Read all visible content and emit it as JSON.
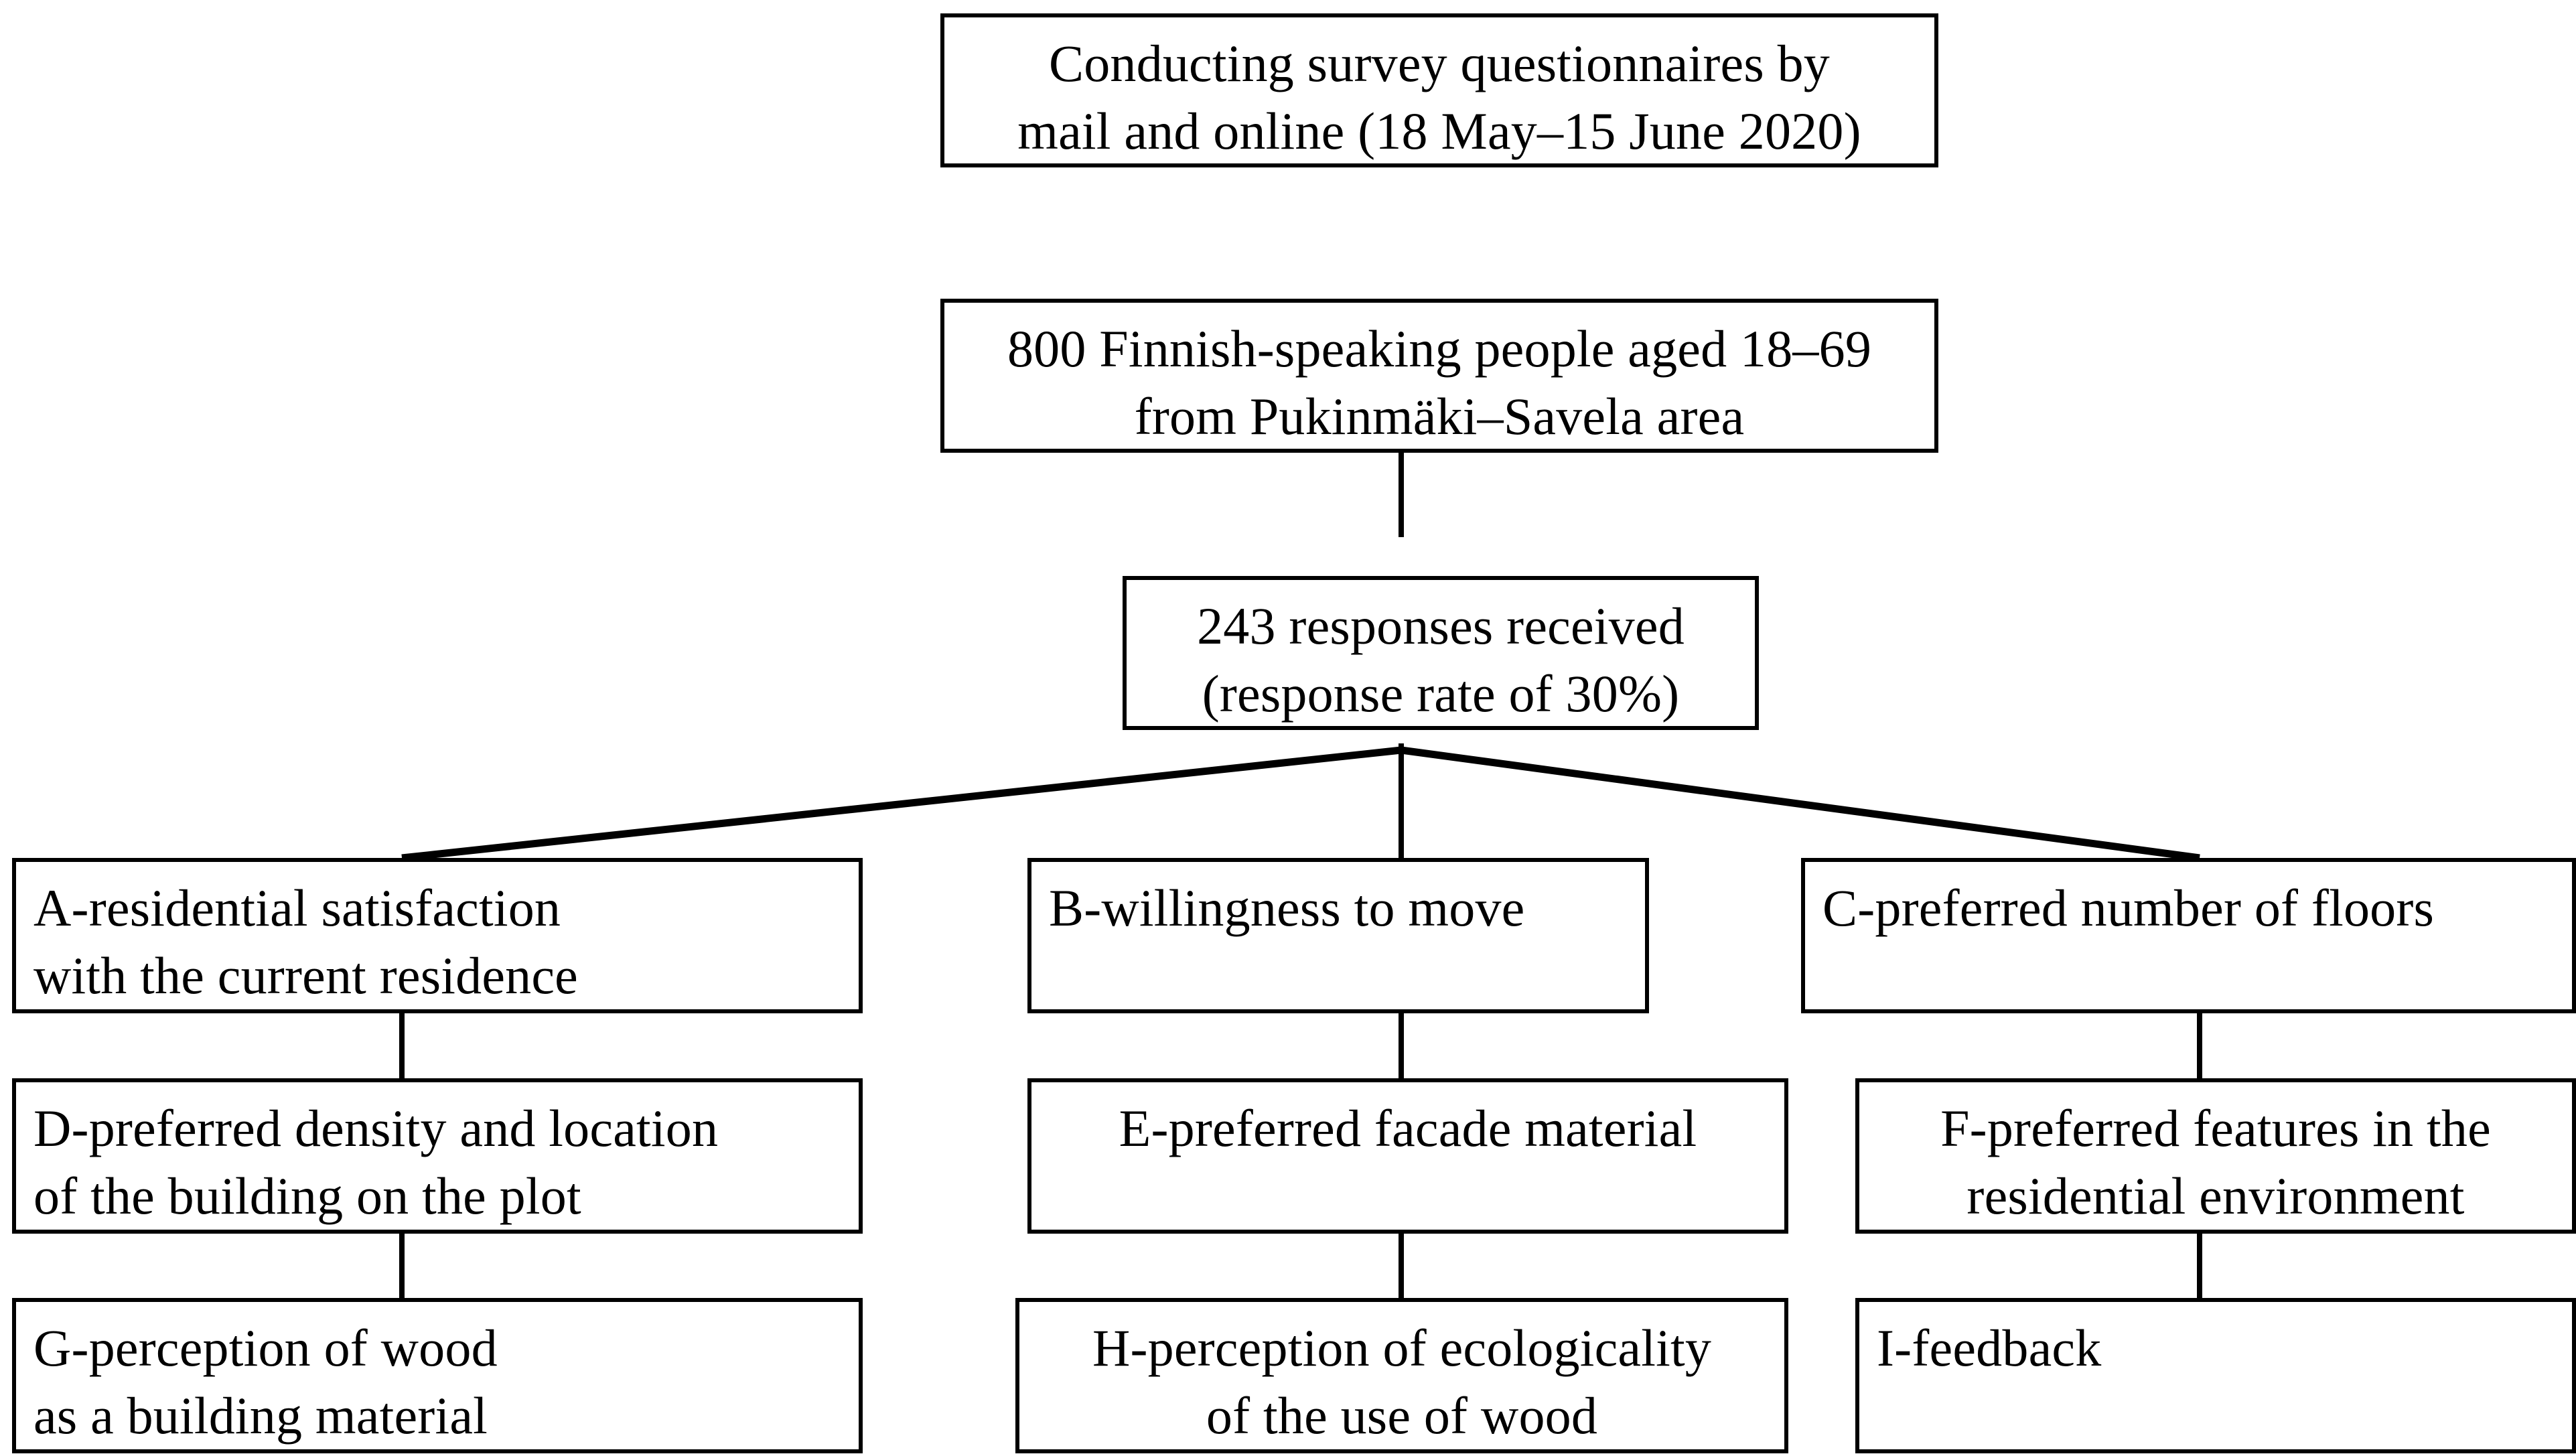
{
  "diagram": {
    "title": "Survey research process flowchart",
    "type": "flowchart",
    "stroke_color": "#000000",
    "background_color": "#ffffff",
    "nodes": {
      "survey": {
        "id": "survey",
        "text": "Conducting survey questionnaires by\nmail and online (18 May–15 June 2020)",
        "align": "center"
      },
      "population": {
        "id": "population",
        "text": "800 Finnish-speaking people aged 18–69\nfrom Pukinmäki–Savela area",
        "align": "center"
      },
      "responses": {
        "id": "responses",
        "text": "243 responses received\n(response rate of 30%)",
        "align": "center"
      },
      "a": {
        "id": "A",
        "text": "A-residential satisfaction\n   with the current residence",
        "align": "left"
      },
      "b": {
        "id": "B",
        "text": "B-willingness to move",
        "align": "left"
      },
      "c": {
        "id": "C",
        "text": "C-preferred number of floors",
        "align": "left"
      },
      "d": {
        "id": "D",
        "text": "D-preferred density and location\n   of the building on the plot",
        "align": "left"
      },
      "e": {
        "id": "E",
        "text": "E-preferred facade material",
        "align": "center"
      },
      "f": {
        "id": "F",
        "text": "F-preferred features in the\n   residential environment",
        "align": "center"
      },
      "g": {
        "id": "G",
        "text": "G-perception of wood\n   as a building material",
        "align": "left"
      },
      "h": {
        "id": "H",
        "text": "H-perception of ecologicality\n   of the use of wood",
        "align": "center"
      },
      "i": {
        "id": "I",
        "text": "I-feedback",
        "align": "left"
      }
    },
    "edges": [
      {
        "from": "survey",
        "to": "population",
        "style": "vertical"
      },
      {
        "from": "population",
        "to": "responses",
        "style": "vertical"
      },
      {
        "from": "responses",
        "to": "a",
        "style": "diagonal"
      },
      {
        "from": "responses",
        "to": "b",
        "style": "vertical"
      },
      {
        "from": "responses",
        "to": "c",
        "style": "diagonal"
      },
      {
        "from": "a",
        "to": "d",
        "style": "vertical"
      },
      {
        "from": "d",
        "to": "g",
        "style": "vertical"
      },
      {
        "from": "b",
        "to": "e",
        "style": "vertical"
      },
      {
        "from": "e",
        "to": "h",
        "style": "vertical"
      },
      {
        "from": "c",
        "to": "f",
        "style": "vertical"
      },
      {
        "from": "f",
        "to": "i",
        "style": "vertical"
      }
    ]
  }
}
